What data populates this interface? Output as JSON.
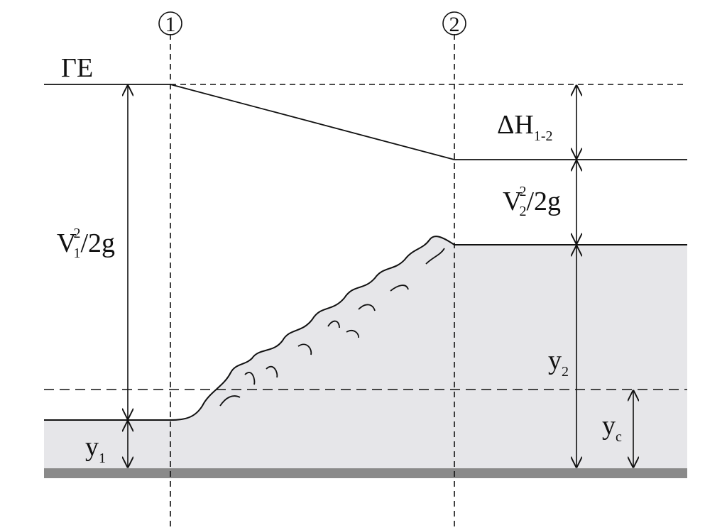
{
  "labels": {
    "energy_line": "ΓE",
    "section_1": "1",
    "section_2": "2",
    "head_loss": {
      "main": "ΔH",
      "sub": "1-2"
    },
    "velocity_head_1": {
      "base": "V",
      "sub": "1",
      "sup": "2",
      "rest": "/2g"
    },
    "velocity_head_2": {
      "base": "V",
      "sub": "2",
      "sup": "2",
      "rest": "/2g"
    },
    "depth_1": {
      "base": "y",
      "sub": "1"
    },
    "depth_2": {
      "base": "y",
      "sub": "2"
    },
    "critical_depth": {
      "base": "y",
      "sub": "c"
    }
  },
  "colors": {
    "water": "#e6e6e9",
    "channel_bed": "#8a8a8a",
    "lines": "#111111"
  }
}
